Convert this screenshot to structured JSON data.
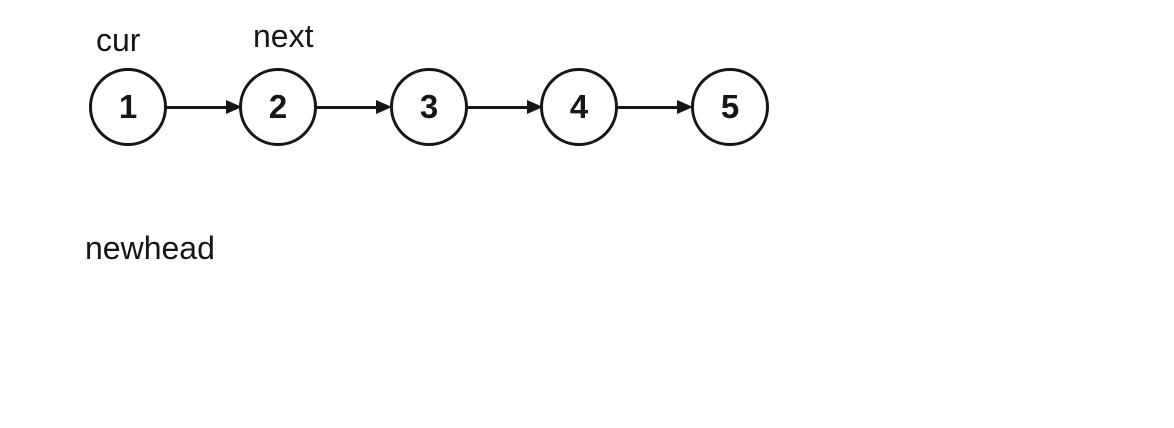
{
  "diagram": {
    "type": "singly-linked-list",
    "background_color": "#ffffff",
    "stroke_color": "#161616",
    "text_color": "#161616",
    "pointer_labels": {
      "cur": "cur",
      "next": "next",
      "newhead": "newhead"
    },
    "list": {
      "node_values": [
        "1",
        "2",
        "3",
        "4",
        "5"
      ],
      "node_count": 5,
      "arrows": [
        {
          "from": "1",
          "to": "2"
        },
        {
          "from": "2",
          "to": "3"
        },
        {
          "from": "3",
          "to": "4"
        },
        {
          "from": "4",
          "to": "5"
        }
      ]
    }
  }
}
